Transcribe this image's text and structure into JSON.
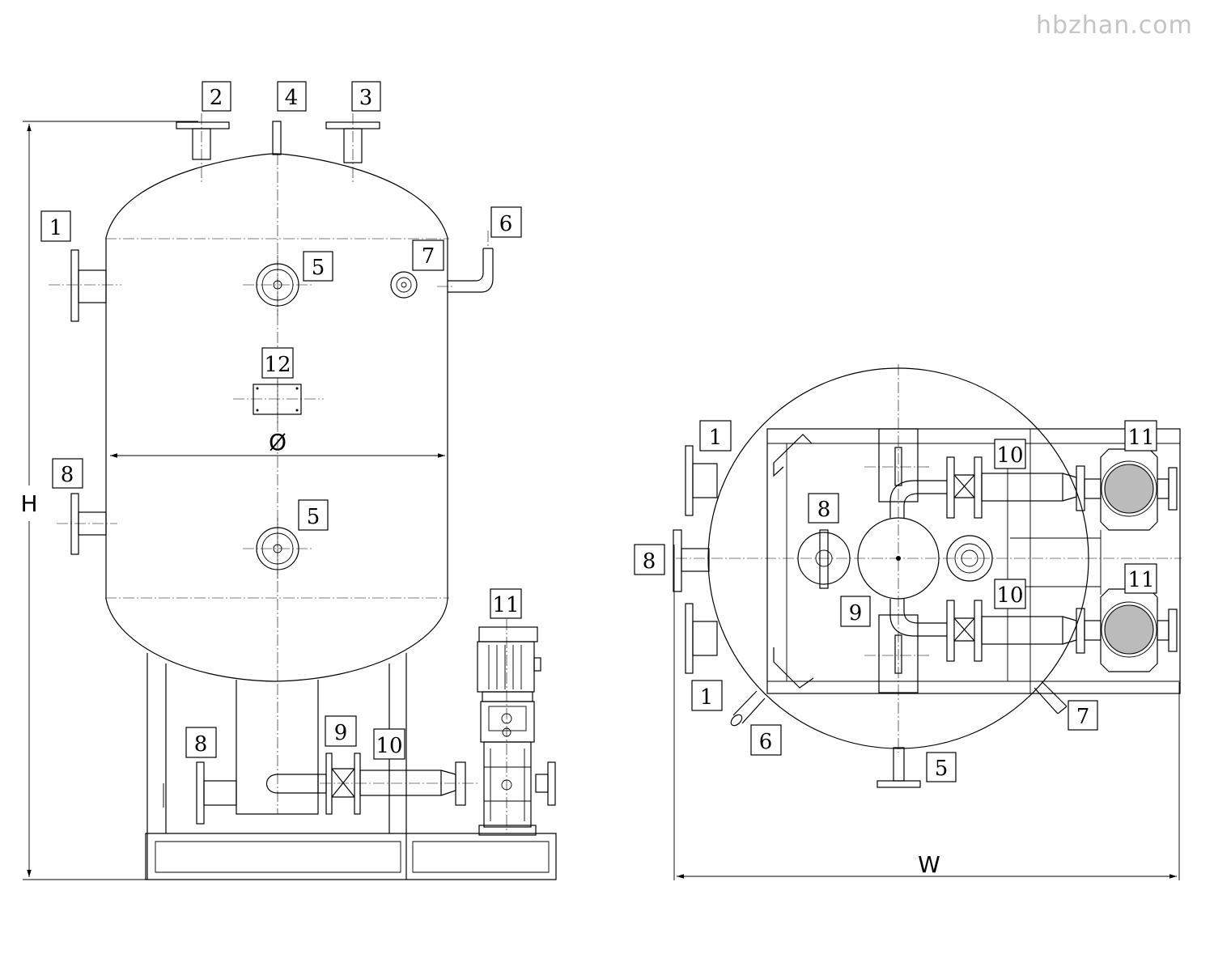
{
  "watermark": "hbzhan.com",
  "front_view": {
    "labels": {
      "l1": "1",
      "l2": "2",
      "l3": "3",
      "l4": "4",
      "l5a": "5",
      "l5b": "5",
      "l6": "6",
      "l7": "7",
      "l8a": "8",
      "l8b": "8",
      "l9": "9",
      "l10": "10",
      "l11": "11",
      "l12": "12"
    },
    "dim_height": "H",
    "dim_diameter": "Ø"
  },
  "top_view": {
    "labels": {
      "l1a": "1",
      "l1b": "1",
      "l5": "5",
      "l6": "6",
      "l7": "7",
      "l8a": "8",
      "l8b": "8",
      "l9": "9",
      "l10a": "10",
      "l10b": "10",
      "l11a": "11",
      "l11b": "11"
    },
    "dim_width": "W"
  }
}
